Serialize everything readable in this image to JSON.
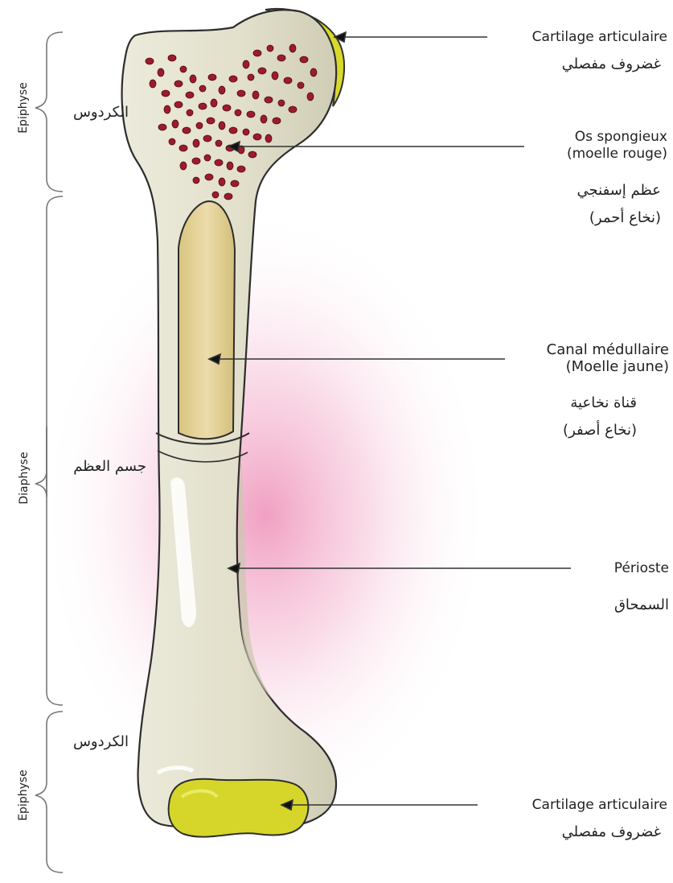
{
  "labels": {
    "cartilage_top_fr": "Cartilage articulaire",
    "cartilage_top_ar": "غضروف مفصلي",
    "spongy_fr_1": "Os spongieux",
    "spongy_fr_2": "(moelle rouge)",
    "spongy_ar_1": "عظم إسفنجي",
    "spongy_ar_2": "(نخاع أحمر)",
    "canal_fr_1": "Canal médullaire",
    "canal_fr_2": "(Moelle jaune)",
    "canal_ar_1": "قناة نخاعية",
    "canal_ar_2": "(نخاع أصفر)",
    "periosteum_fr": "Périoste",
    "periosteum_ar": "السمحاق",
    "cartilage_bottom_fr": "Cartilage articulaire",
    "cartilage_bottom_ar": "غضروف مفصلي"
  },
  "regions": {
    "epiphysis_top_fr": "Epiphyse",
    "epiphysis_top_ar": "الكردوس",
    "diaphysis_fr": "Diaphyse",
    "diaphysis_ar": "جسم العظم",
    "epiphysis_bottom_fr": "Epiphyse",
    "epiphysis_bottom_ar": "الكردوس"
  },
  "colors": {
    "bone": "#e4e2ce",
    "bone_shadow": "#cfcdb6",
    "cartilage": "#d6d62a",
    "marrow_yellow": "#e6d39a",
    "marrow_red": "#9e1b2c",
    "glow": "#f0a6c4"
  }
}
